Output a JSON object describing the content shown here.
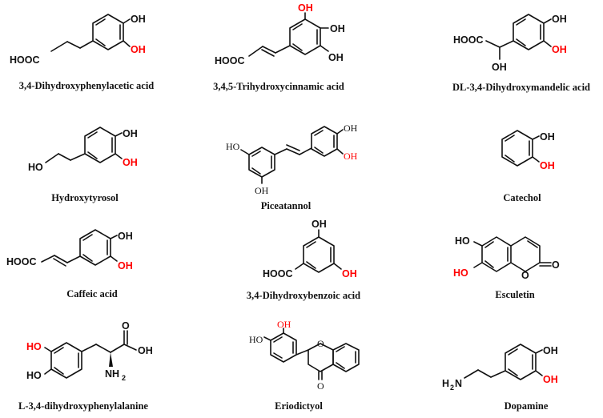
{
  "colors": {
    "ink": "#111111",
    "highlight": "#ff0000",
    "background": "#ffffff"
  },
  "compounds": [
    {
      "name": "3,4-Dihydroxyphenylacetic acid",
      "labels": [
        "OH",
        "OH",
        "HOOC"
      ]
    },
    {
      "name": "3,4,5-Trihydroxycinnamic acid",
      "labels": [
        "OH",
        "OH",
        "OH",
        "HOOC"
      ]
    },
    {
      "name": "DL-3,4-Dihydroxymandelic acid",
      "labels": [
        "OH",
        "OH",
        "HOOC",
        "OH"
      ]
    },
    {
      "name": "Hydroxytyrosol",
      "labels": [
        "OH",
        "OH",
        "HO"
      ]
    },
    {
      "name": "Piceatannol",
      "labels": [
        "OH",
        "OH",
        "HO",
        "OH"
      ]
    },
    {
      "name": "Catechol",
      "labels": [
        "OH",
        "OH"
      ]
    },
    {
      "name": "Caffeic acid",
      "labels": [
        "OH",
        "OH",
        "HOOC"
      ]
    },
    {
      "name": "3,4-Dihydroxybenzoic acid",
      "labels": [
        "OH",
        "OH",
        "HOOC"
      ]
    },
    {
      "name": "Esculetin",
      "labels": [
        "HO",
        "HO",
        "O",
        "O"
      ]
    },
    {
      "name": "L-3,4-dihydroxyphenylalanine",
      "labels": [
        "HO",
        "HO",
        "O",
        "OH",
        "NH",
        "2"
      ]
    },
    {
      "name": "Eriodictyol",
      "labels": [
        "OH",
        "HO",
        "O",
        "O"
      ]
    },
    {
      "name": "Dopamine",
      "labels": [
        "OH",
        "OH",
        "H",
        "2",
        "N"
      ]
    }
  ]
}
